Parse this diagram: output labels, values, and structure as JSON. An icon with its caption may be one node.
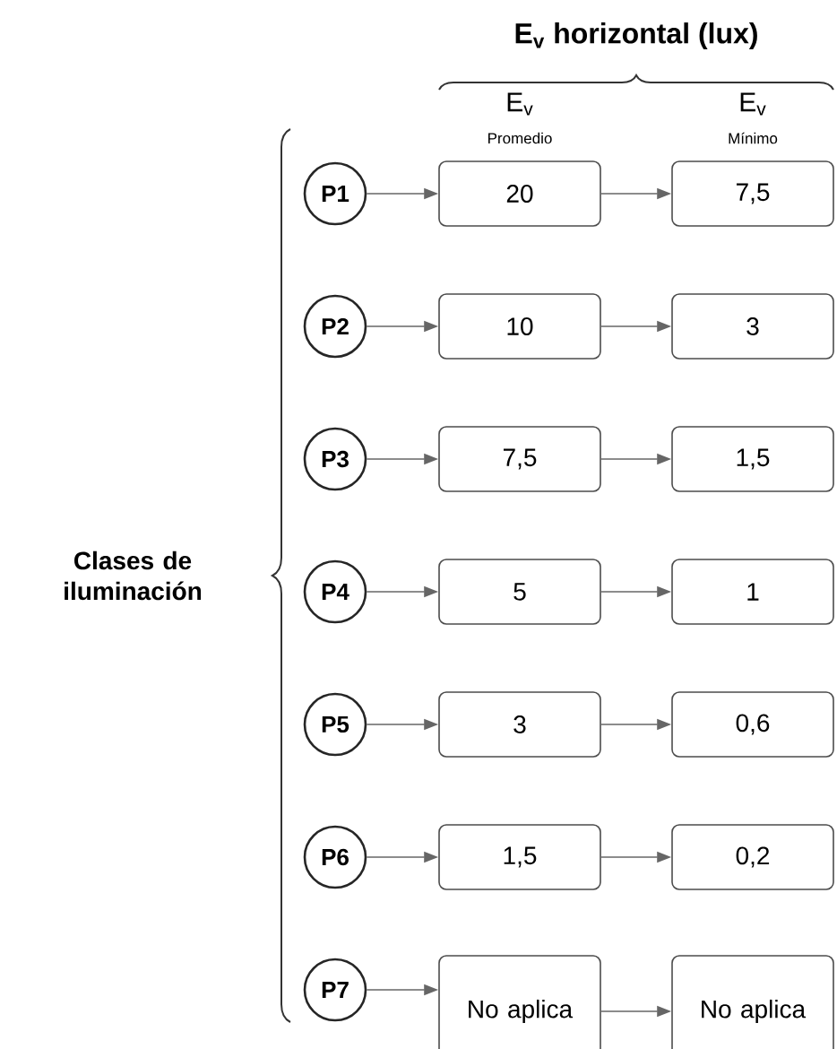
{
  "diagram": {
    "title": "E$_{v}$ horizontal (lux)",
    "nodes": [
      {
        "text": [
          "P1"
        ]
      },
      {
        "text": [
          "20"
        ]
      },
      {
        "text": [
          "7,5"
        ]
      },
      {
        "text": [
          "P2"
        ]
      },
      {
        "text": [
          "10"
        ]
      },
      {
        "text": [
          "3"
        ]
      },
      {
        "text": [
          "P3"
        ]
      },
      {
        "text": [
          "7,5"
        ]
      },
      {
        "text": [
          "1,5"
        ]
      },
      {
        "text": [
          "P4"
        ]
      },
      {
        "text": [
          "5"
        ]
      },
      {
        "text": [
          "1"
        ]
      },
      {
        "text": [
          "P5"
        ]
      },
      {
        "text": [
          "3"
        ]
      },
      {
        "text": [
          "0,6"
        ]
      },
      {
        "text": [
          "P6"
        ]
      },
      {
        "text": [
          "1,5"
        ]
      },
      {
        "text": [
          "0,2"
        ]
      },
      {
        "text": [
          "P7"
        ]
      },
      {
        "text": [
          "No aplica"
        ]
      },
      {
        "text": [
          "No aplica"
        ]
      }
    ],
    "edges": [
      {
        "from": 0,
        "to": 1,
        "arrow": "to"
      },
      {
        "from": 1,
        "to": 2,
        "arrow": "to"
      },
      {
        "from": 3,
        "to": 4,
        "arrow": "to"
      },
      {
        "from": 4,
        "to": 5,
        "arrow": "to"
      },
      {
        "from": 6,
        "to": 7,
        "arrow": "to"
      },
      {
        "from": 7,
        "to": 8,
        "arrow": "to"
      },
      {
        "from": 9,
        "to": 10,
        "arrow": "to"
      },
      {
        "from": 10,
        "to": 11,
        "arrow": "to"
      },
      {
        "from": 12,
        "to": 13,
        "arrow": "to"
      },
      {
        "from": 13,
        "to": 14,
        "arrow": "to"
      },
      {
        "from": 15,
        "to": 16,
        "arrow": "to"
      },
      {
        "from": 16,
        "to": 17,
        "arrow": "to"
      },
      {
        "from": 18,
        "to": 19,
        "arrow": "to"
      },
      {
        "from": 19,
        "to": 20,
        "arrow": "to"
      }
    ],
    "labels": [
      "E$_{v}$",
      "Promedio",
      "E$_{v}$",
      "Mínimo",
      "Clases de iluminación"
    ]
  }
}
